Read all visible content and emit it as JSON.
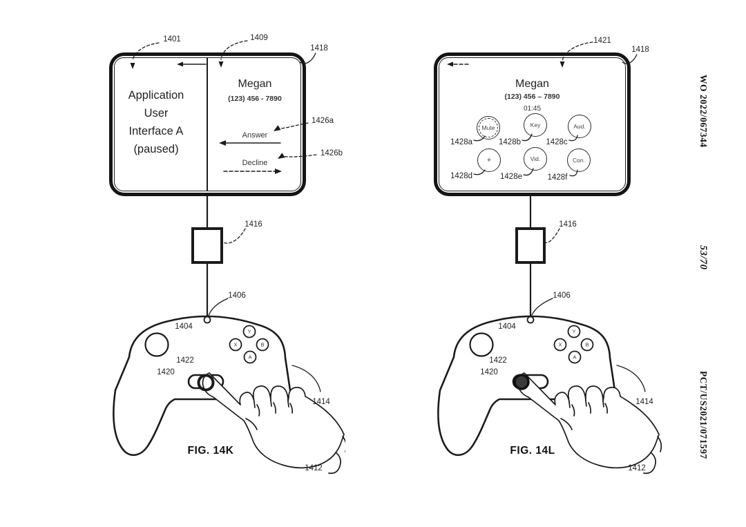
{
  "margin": {
    "publication_number": "WO 2022/067344",
    "sheet_number": "53/70",
    "application_number": "PCT/US2021/071597"
  },
  "fig14k": {
    "caption": "FIG. 14K",
    "app_panel": {
      "lines": [
        "Application",
        "User",
        "Interface A",
        "(paused)"
      ]
    },
    "call_panel": {
      "caller_name": "Megan",
      "caller_phone": "(123) 456 - 7890",
      "answer_label": "Answer",
      "decline_label": "Decline"
    },
    "refs": {
      "1401": "1401",
      "1409": "1409",
      "1418": "1418",
      "1426a": "1426a",
      "1426b": "1426b",
      "1416": "1416",
      "1406": "1406",
      "1404": "1404",
      "1422": "1422",
      "1420": "1420",
      "1414": "1414",
      "1412": "1412"
    }
  },
  "fig14l": {
    "caption": "FIG. 14L",
    "call_screen": {
      "caller_name": "Megan",
      "caller_phone": "(123) 456 – 7890",
      "call_timer": "01:45"
    },
    "buttons": [
      {
        "label": "Mute",
        "ref": "1428a"
      },
      {
        "label": "Key",
        "ref": "1428b"
      },
      {
        "label": "Aud.",
        "ref": "1428c"
      },
      {
        "label": "+",
        "ref": "1428d"
      },
      {
        "label": "Vid.",
        "ref": "1428e"
      },
      {
        "label": "Con.",
        "ref": "1428f"
      }
    ],
    "refs": {
      "1421": "1421",
      "1418": "1418",
      "1416": "1416",
      "1406": "1406",
      "1404": "1404",
      "1422": "1422",
      "1420": "1420",
      "1414": "1414",
      "1412": "1412"
    }
  },
  "controller": {
    "face_buttons": [
      "Y",
      "X",
      "B",
      "A"
    ]
  },
  "ink_color": "#1b1b1b"
}
